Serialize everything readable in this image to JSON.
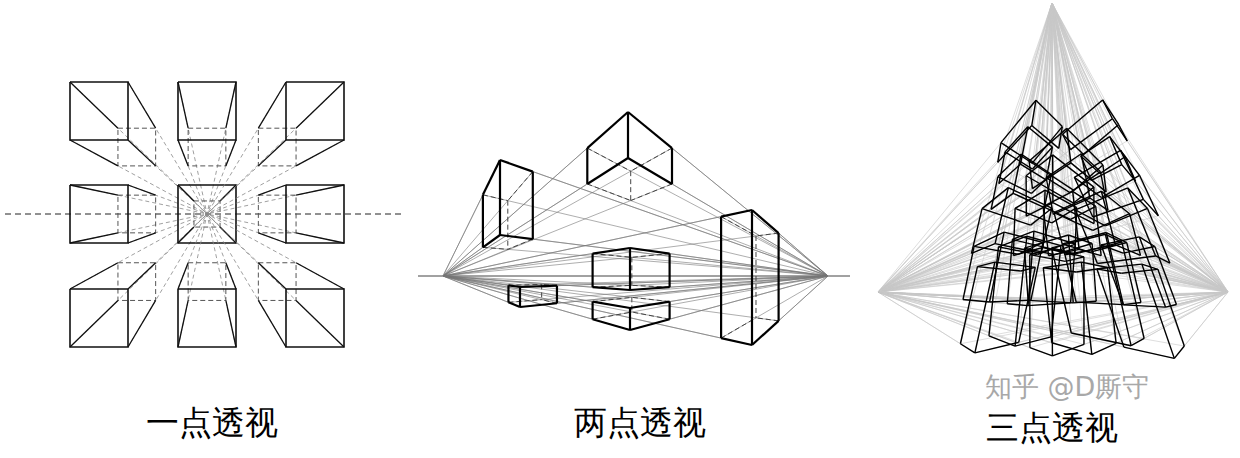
{
  "diagram": {
    "labels": [
      "一点透视",
      "两点透视",
      "三点透视",
      "知乎 @D厮守"
    ]
  }
}
